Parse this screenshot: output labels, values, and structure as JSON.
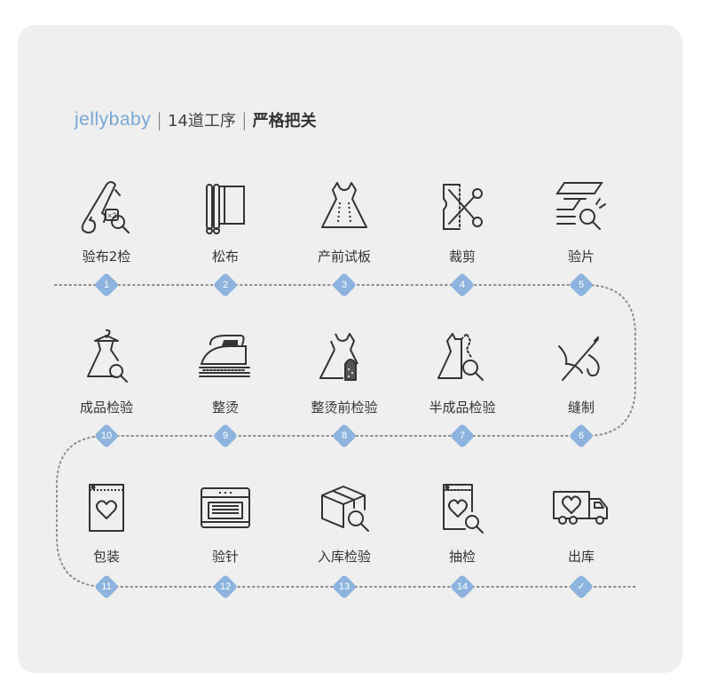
{
  "header": {
    "brand": "jellybaby",
    "separator": "|",
    "subtitle": "14道工序",
    "tagline": "严格把关"
  },
  "colors": {
    "card": "#efefef",
    "brand": "#76a7d8",
    "badge": "#8db3de",
    "line": "#8a8a8a"
  },
  "steps": [
    {
      "label": "验布2检",
      "badge": "1",
      "icon": "fabric-roll-inspect-icon"
    },
    {
      "label": "松布",
      "badge": "2",
      "icon": "fabric-relax-icon"
    },
    {
      "label": "产前试板",
      "badge": "3",
      "icon": "dress-sample-icon"
    },
    {
      "label": "裁剪",
      "badge": "4",
      "icon": "cutting-icon"
    },
    {
      "label": "验片",
      "badge": "5",
      "icon": "piece-inspect-icon"
    },
    {
      "label": "缝制",
      "badge": "6",
      "icon": "needle-thread-icon"
    },
    {
      "label": "半成品检验",
      "badge": "7",
      "icon": "semi-finished-inspect-icon"
    },
    {
      "label": "整烫前检验",
      "badge": "8",
      "icon": "pre-ironing-inspect-icon"
    },
    {
      "label": "整烫",
      "badge": "9",
      "icon": "iron-icon"
    },
    {
      "label": "成品检验",
      "badge": "10",
      "icon": "finished-inspect-icon"
    },
    {
      "label": "包装",
      "badge": "11",
      "icon": "package-bag-icon"
    },
    {
      "label": "验针",
      "badge": "12",
      "icon": "needle-detector-icon"
    },
    {
      "label": "入库检验",
      "badge": "13",
      "icon": "warehouse-box-inspect-icon"
    },
    {
      "label": "抽检",
      "badge": "14",
      "icon": "sample-check-icon"
    },
    {
      "label": "出库",
      "badge": "✓",
      "icon": "delivery-truck-icon"
    }
  ]
}
